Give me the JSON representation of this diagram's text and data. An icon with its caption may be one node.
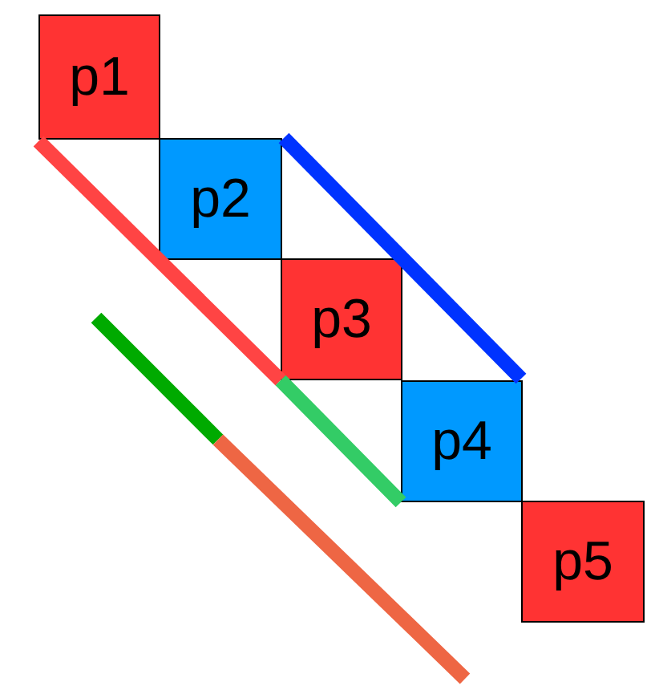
{
  "diagram": {
    "nodes": [
      {
        "text": [
          "p1"
        ]
      },
      {
        "text": [
          "p2"
        ]
      },
      {
        "text": [
          "p3"
        ]
      },
      {
        "text": [
          "p4"
        ]
      },
      {
        "text": [
          "p5"
        ]
      }
    ]
  }
}
